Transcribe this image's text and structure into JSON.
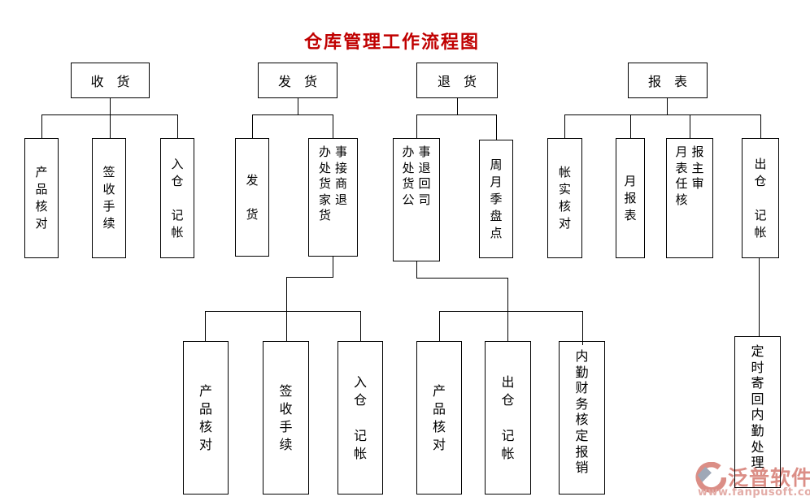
{
  "title": {
    "text": "仓库管理工作流程图",
    "color": "#c00000"
  },
  "flow": {
    "receiving": {
      "label": "收货",
      "steps": [
        "产品核对",
        "签收手续",
        "入仓 记帐"
      ]
    },
    "shipping": {
      "label": "发货",
      "steps": [
        "发 货",
        "办事处接货商家退货"
      ],
      "substeps": [
        "产品核对",
        "签收手续",
        "入仓 记帐"
      ]
    },
    "returns": {
      "label": "退货",
      "steps": [
        "办事处退货回公司",
        "周月季盘点"
      ],
      "substeps": [
        "产品核对",
        "出仓 记帐",
        "内勤财务核定报销"
      ]
    },
    "reports": {
      "label": "报表",
      "steps": [
        "帐实核对",
        "月报表",
        "月报表主任审核",
        "出仓 记帐"
      ],
      "substeps": [
        "定时寄回内勤处理"
      ]
    }
  },
  "watermark": {
    "brand": "泛普软件",
    "url": "www.fanpusoft.com",
    "brand_color": "#d98880",
    "url_color": "#e2a8a2",
    "logo_gray": "#9aa3b3"
  },
  "colors": {
    "line": "#000000",
    "box_border": "#000000",
    "background": "#ffffff"
  }
}
